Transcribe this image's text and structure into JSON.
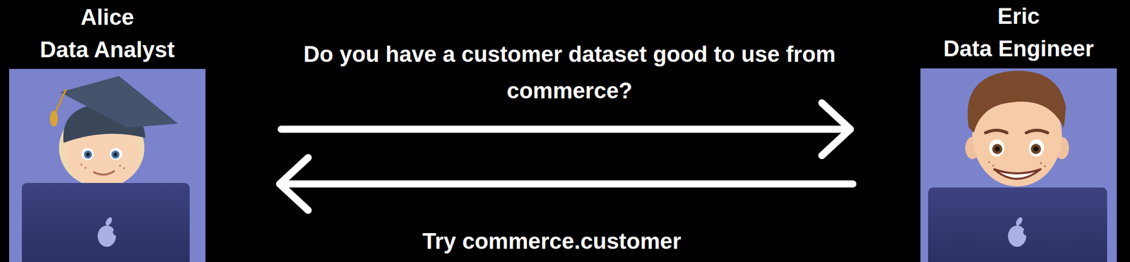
{
  "diagram": {
    "nodes": [
      {
        "text": [
          "Alice",
          "Data Analyst"
        ]
      },
      {
        "text": [
          "Eric",
          "Data Engineer"
        ]
      }
    ],
    "edges": [
      {
        "from": 0,
        "to": 1,
        "arrow": "to",
        "label": "Do you have a customer dataset good to use from commerce?"
      },
      {
        "from": 1,
        "to": 0,
        "arrow": "to",
        "label": "Try commerce.customer"
      }
    ]
  }
}
